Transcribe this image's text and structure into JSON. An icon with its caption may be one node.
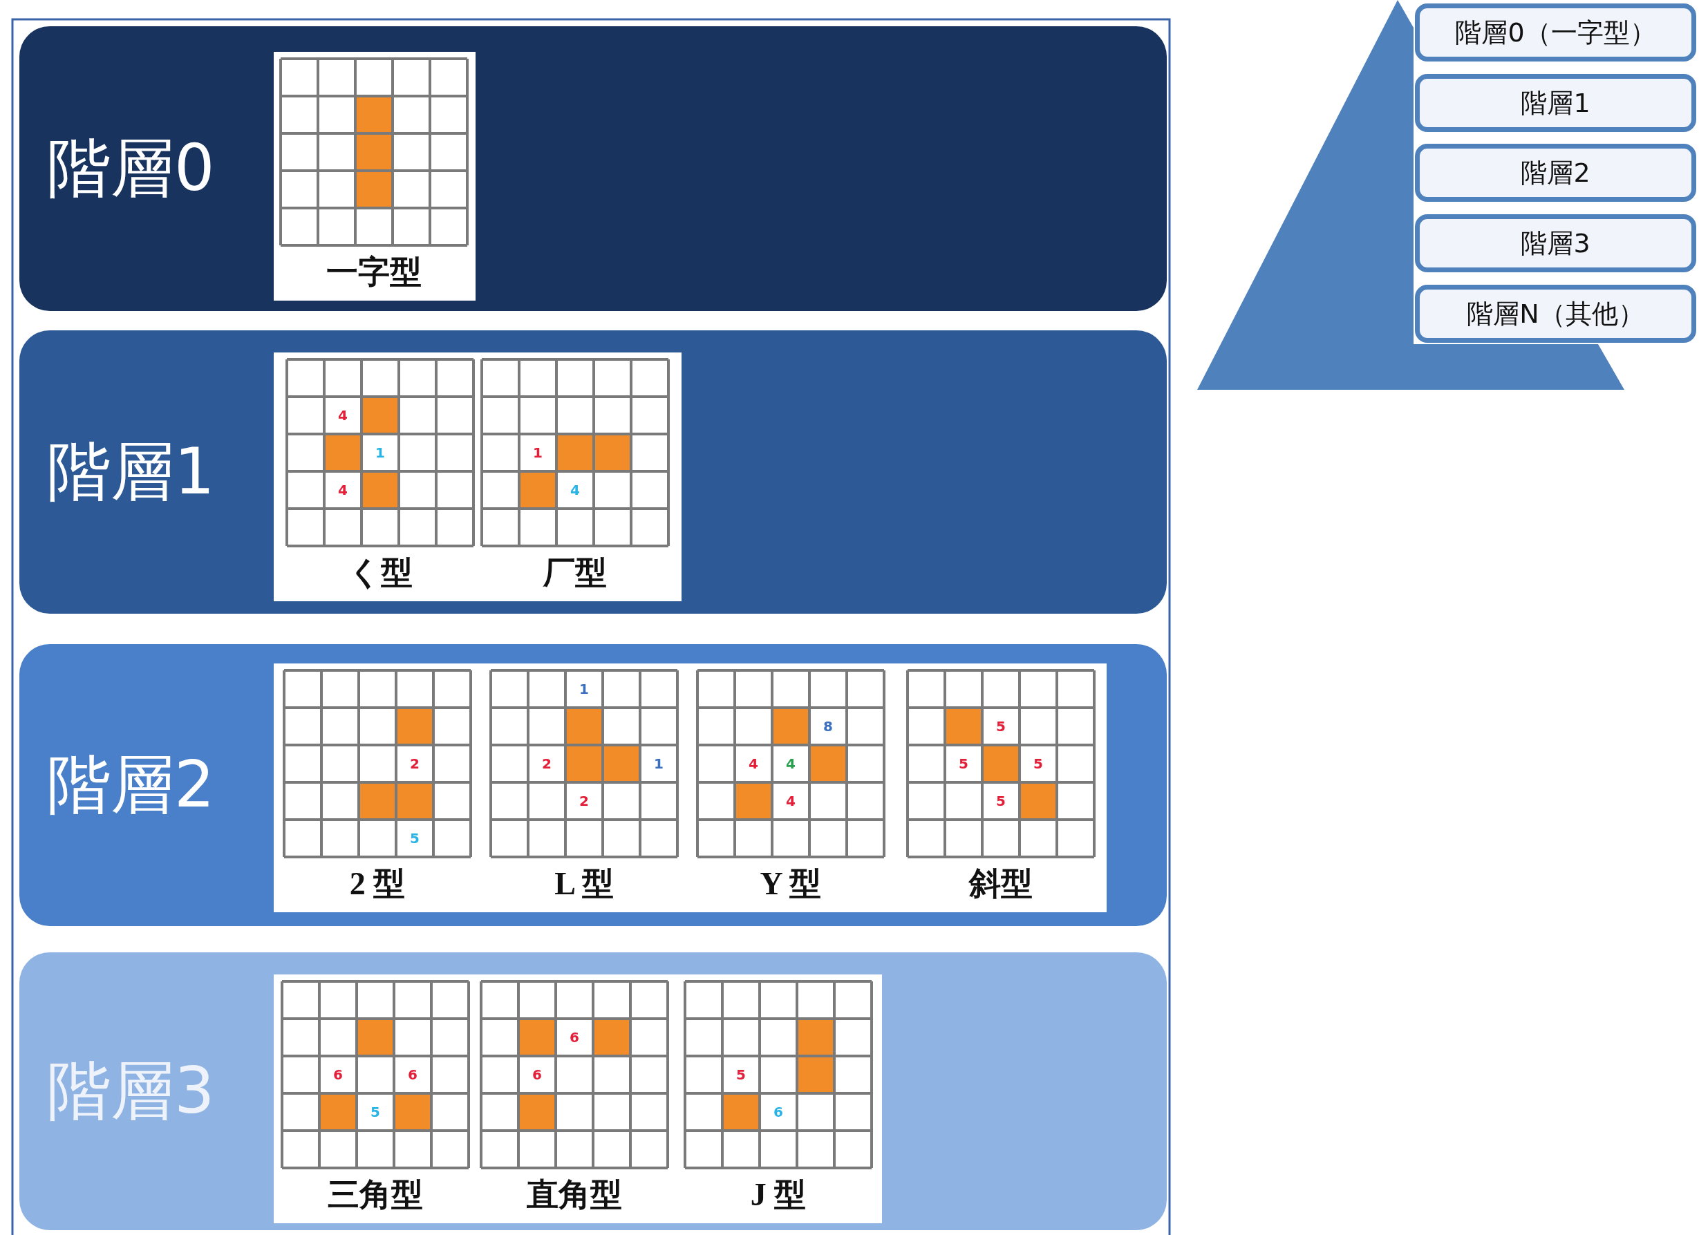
{
  "diagram": {
    "nodes": [
      {
        "text": [
          "階層0"
        ]
      },
      {
        "text": [
          "一字型"
        ],
        "in": 0
      },
      {
        "text": [
          "階層1"
        ]
      },
      {
        "text": [
          "く型"
        ],
        "in": 2
      },
      {
        "text": [
          "厂型"
        ],
        "in": 2
      },
      {
        "text": [
          "階層2"
        ]
      },
      {
        "text": [
          "2 型"
        ],
        "in": 5
      },
      {
        "text": [
          "L 型"
        ],
        "in": 5
      },
      {
        "text": [
          "Y 型"
        ],
        "in": 5
      },
      {
        "text": [
          "斜型"
        ],
        "in": 5
      },
      {
        "text": [
          "階層3"
        ]
      },
      {
        "text": [
          "三角型"
        ],
        "in": 10
      },
      {
        "text": [
          "直角型"
        ],
        "in": 10
      },
      {
        "text": [
          "J 型"
        ],
        "in": 10
      },
      {
        "text": [],
        "shape": "triangle"
      },
      {
        "text": [
          "階層0（一字型）"
        ]
      },
      {
        "text": [
          "階層1"
        ]
      },
      {
        "text": [
          "階層2"
        ]
      },
      {
        "text": [
          "階層3"
        ]
      },
      {
        "text": [
          "階層N（其他）"
        ]
      }
    ],
    "labels": [
      "4",
      "1",
      "4",
      "1",
      "4",
      "2",
      "5",
      "1",
      "2",
      "1",
      "2",
      "8",
      "4",
      "4",
      "4",
      "5",
      "5",
      "5",
      "5",
      "6",
      "6",
      "5",
      "6",
      "6",
      "5",
      "6"
    ]
  }
}
